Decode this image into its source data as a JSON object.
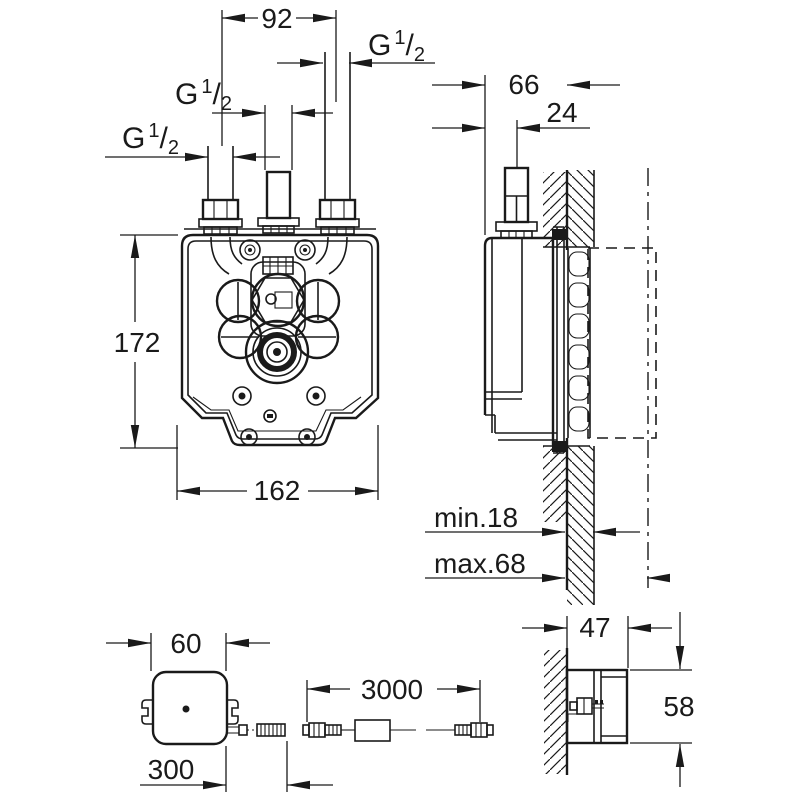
{
  "colors": {
    "background": "#ffffff",
    "line": "#1a1a1a"
  },
  "dimensions": {
    "front": {
      "pipe_spacing": "92",
      "height": "172",
      "width": "162",
      "thread": {
        "prefix": "G",
        "numerator": "1",
        "slash": "/",
        "denominator": "2"
      }
    },
    "side": {
      "box_depth": "66",
      "pipe_offset": "24",
      "finish_min": "min.18",
      "finish_max": "max.68"
    },
    "power_supply": {
      "width": "60",
      "cable_length": "300",
      "extension_cable_length": "3000",
      "depth": "47",
      "height": "58"
    }
  }
}
